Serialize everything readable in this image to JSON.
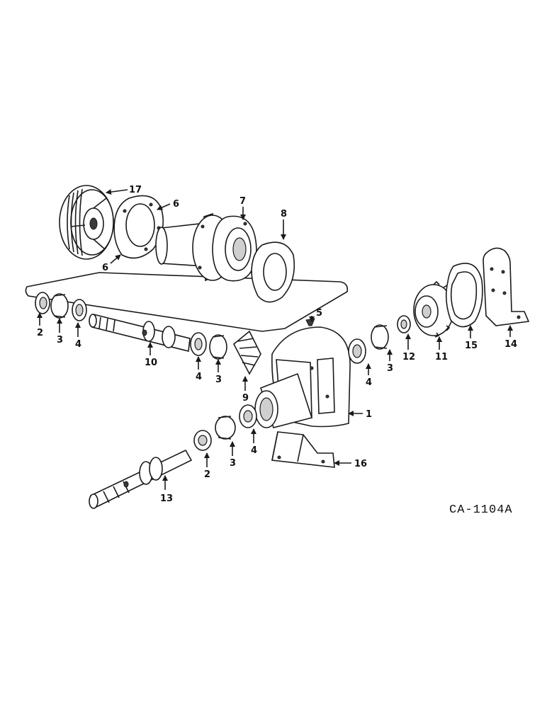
{
  "diagram": {
    "code": "CA-1104A",
    "callouts": {
      "c1": "1",
      "c2a": "2",
      "c2b": "2",
      "c3a": "3",
      "c3b": "3",
      "c3c": "3",
      "c3d": "3",
      "c4a": "4",
      "c4b": "4",
      "c4c": "4",
      "c4d": "4",
      "c5": "5",
      "c6a": "6",
      "c6b": "6",
      "c7": "7",
      "c8": "8",
      "c9": "9",
      "c10": "10",
      "c11": "11",
      "c12": "12",
      "c13": "13",
      "c14": "14",
      "c15": "15",
      "c16": "16",
      "c17": "17"
    }
  }
}
